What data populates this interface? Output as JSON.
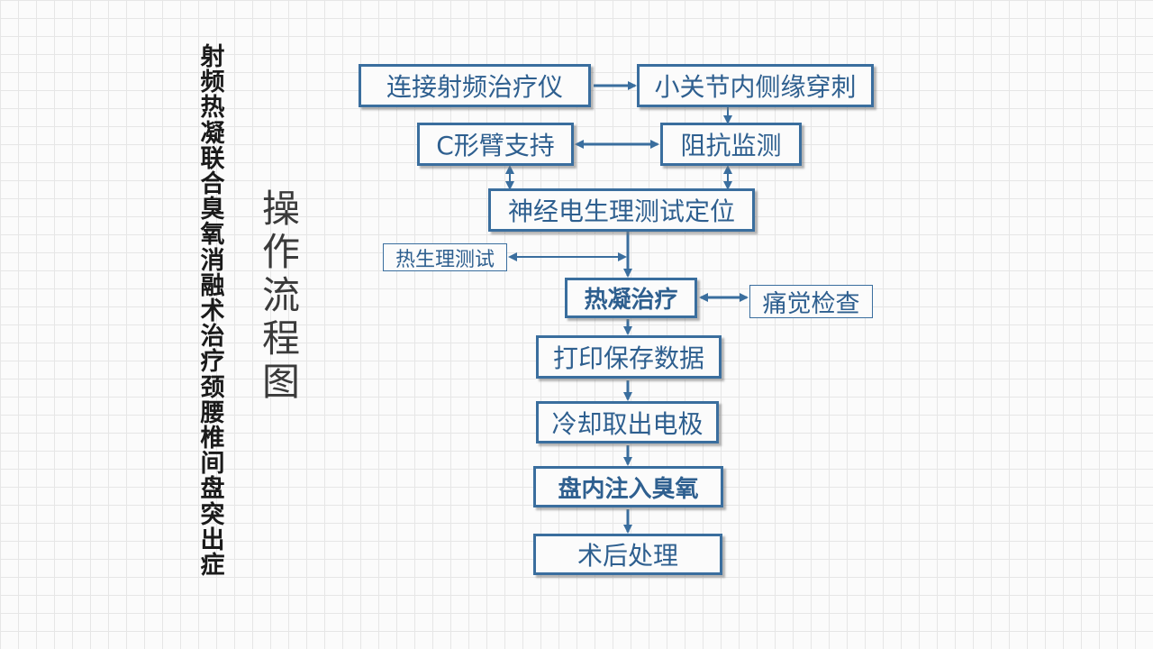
{
  "title_vertical": "射频热凝联合臭氧消融术治疗颈腰椎间盘突出症",
  "subtitle_vertical": "操作流程图",
  "flowchart": {
    "nodes": {
      "connect": "连接射频治疗仪",
      "puncture": "小关节内侧缘穿刺",
      "c_arm": "C形臂支持",
      "impedance": "阻抗监测",
      "neuro_test": "神经电生理测试定位",
      "thermo_test": "热生理测试",
      "thermocoag": "热凝治疗",
      "pain_check": "痛觉检查",
      "print_data": "打印保存数据",
      "cool_remove": "冷却取出电极",
      "ozone": "盘内注入臭氧",
      "postop": "术后处理"
    },
    "edges": [
      {
        "from": "connect",
        "to": "puncture"
      },
      {
        "from": "puncture",
        "to": "impedance"
      },
      {
        "from": "c_arm",
        "to": "impedance",
        "bidirectional": true
      },
      {
        "from": "c_arm",
        "to": "neuro_test",
        "bidirectional": true
      },
      {
        "from": "impedance",
        "to": "neuro_test",
        "bidirectional": true
      },
      {
        "from": "neuro_test",
        "to": "thermocoag"
      },
      {
        "from": "thermo_test",
        "to": "thermocoag",
        "bidirectional": true
      },
      {
        "from": "thermocoag",
        "to": "pain_check",
        "bidirectional": true
      },
      {
        "from": "thermocoag",
        "to": "print_data"
      },
      {
        "from": "print_data",
        "to": "cool_remove"
      },
      {
        "from": "cool_remove",
        "to": "ozone"
      },
      {
        "from": "ozone",
        "to": "postop"
      }
    ]
  },
  "colors": {
    "box_border": "#3a6e9e",
    "box_text": "#2e5f8f",
    "arrow": "#3a6e9e",
    "background_grid": "#e6e6e6"
  }
}
